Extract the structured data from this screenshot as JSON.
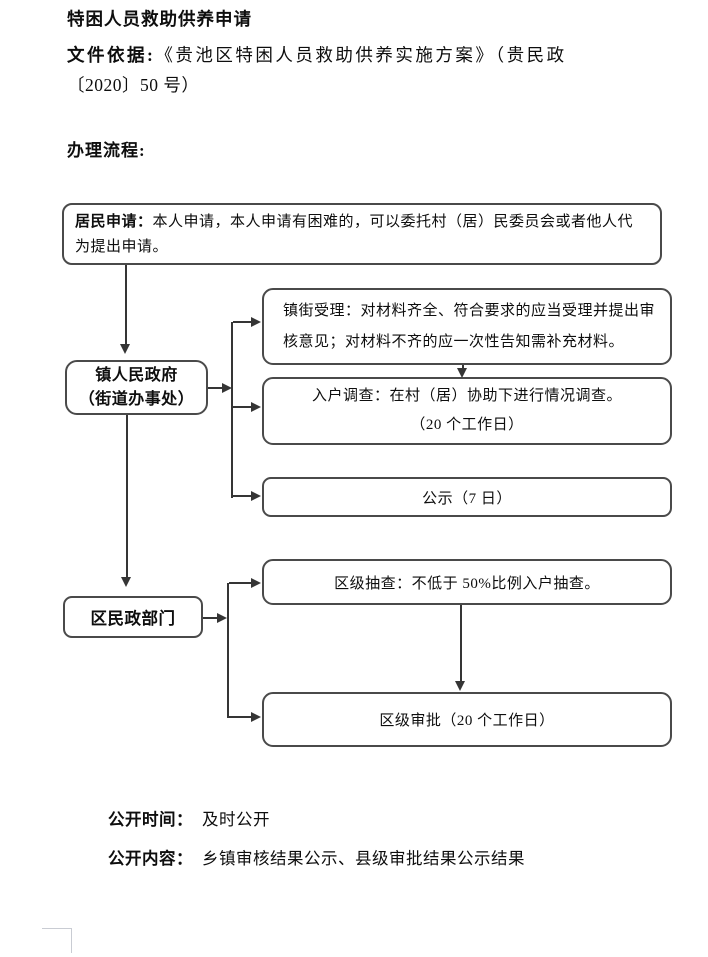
{
  "header": {
    "title": "特困人员救助供养申请",
    "basis_label": "文件依据:",
    "basis_line1": "《贵池区特困人员救助供养实施方案》（贵民政",
    "basis_line2": "〔2020〕50 号）"
  },
  "flow": {
    "heading": "办理流程:",
    "resident_box": {
      "label": "居民申请：",
      "line1": "本人申请，本人申请有困难的，可以委托村（居）民委员会或者他人代",
      "line2": "为提出申请。"
    },
    "town_box": {
      "line1": "镇人民政府",
      "line2": "（街道办事处）"
    },
    "accept_box": {
      "line1": "镇街受理：对材料齐全、符合要求的应当受理并提出审",
      "line2": "核意见；对材料不齐的应一次性告知需补充材料。"
    },
    "survey_box": {
      "line1": "入户调查：在村（居）协助下进行情况调查。",
      "line2": "（20 个工作日）"
    },
    "publicity_box": {
      "text": "公示（7 日）"
    },
    "district_box": {
      "text": "区民政部门"
    },
    "check_box": {
      "text": "区级抽查：不低于 50%比例入户抽查。"
    },
    "approve_box": {
      "text": "区级审批（20 个工作日）"
    }
  },
  "footer": {
    "time_label": "公开时间：",
    "time_value": "及时公开",
    "content_label": "公开内容：",
    "content_value": "乡镇审核结果公示、县级审批结果公示结果"
  }
}
